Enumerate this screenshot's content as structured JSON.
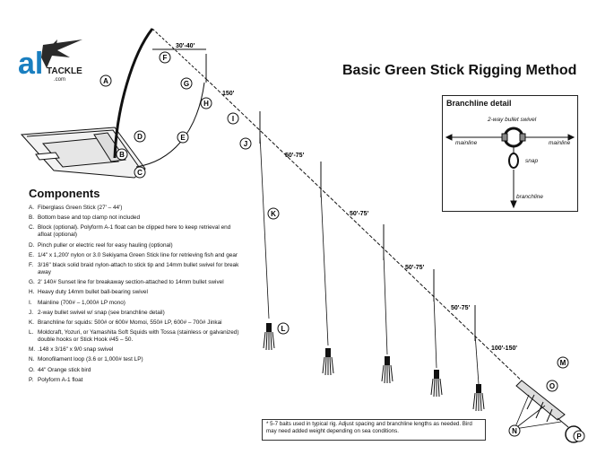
{
  "title": "Basic Green Stick Rigging Method",
  "logo": {
    "text": "al",
    "sub": "TACKLE",
    "domain": ".com",
    "icon": "marlin-logo-icon",
    "color": "#1a7fc0"
  },
  "callouts": {
    "A": "A",
    "B": "B",
    "C": "C",
    "D": "D",
    "E": "E",
    "F": "F",
    "G": "G",
    "H": "H",
    "I": "I",
    "J": "J",
    "K": "K",
    "L": "L",
    "M": "M",
    "N": "N",
    "O": "O",
    "P": "P"
  },
  "distances": {
    "d1": "30'-40'",
    "d2": "150'",
    "d3": "50'-75'",
    "d4": "50'-75'",
    "d5": "50'-75'",
    "d6": "50'-75'",
    "d7": "100'-150'"
  },
  "branchline_detail": {
    "title": "Branchline detail",
    "swivel": "2-way bullet swivel",
    "mainline_left": "mainline",
    "mainline_right": "mainline",
    "snap": "snap",
    "branchline": "branchline"
  },
  "components": {
    "heading": "Components",
    "items": [
      {
        "key": "A.",
        "text": "Fiberglass Green Stick (27' – 44')"
      },
      {
        "key": "B.",
        "text": "Bottom base and top clamp not included"
      },
      {
        "key": "C.",
        "text": "Block (optional). Polyform A-1 float can be clipped here to keep retrieval end afloat (optional)"
      },
      {
        "key": "D.",
        "text": "Pinch puller or electric reel for easy hauling (optional)"
      },
      {
        "key": "E.",
        "text": "1/4\" x 1,200' nylon or 3.0 Sekiyama Green Stick line for retrieving fish and gear"
      },
      {
        "key": "F.",
        "text": "3/16\" black solid braid nylon-attach to stick tip and 14mm bullet swivel for break away"
      },
      {
        "key": "G.",
        "text": "2' 140# Sunset line for breakaway section-attached to 14mm bullet swivel"
      },
      {
        "key": "H.",
        "text": "Heavy duty 14mm bullet ball-bearing swivel"
      },
      {
        "key": "I.",
        "text": "Mainline (700# – 1,000# LP mono)"
      },
      {
        "key": "J.",
        "text": "2-way bullet swivel w/ snap (see branchline detail)"
      },
      {
        "key": "K.",
        "text": "Branchline for squids: 500# or 600# Momoi, 550# LP, 600# – 700# Jinkai"
      },
      {
        "key": "L.",
        "text": "Moldcraft, Yozuri, or Yamashita Soft Squids with Tossa (stainless or galvanized) double hooks or Stick Hook #45 – 50."
      },
      {
        "key": "M.",
        "text": ".148 x 3/16\" x 9/0 snap swivel"
      },
      {
        "key": "N.",
        "text": "Monofilament loop (3.6 or 1,000# test LP)"
      },
      {
        "key": "O.",
        "text": "44\" Orange stick bird"
      },
      {
        "key": "P.",
        "text": "Polyform A-1 float"
      }
    ]
  },
  "note": "* 5-7 baits used in typical rig. Adjust spacing and branchline lengths as needed. Bird may need added weight depending on sea conditions."
}
